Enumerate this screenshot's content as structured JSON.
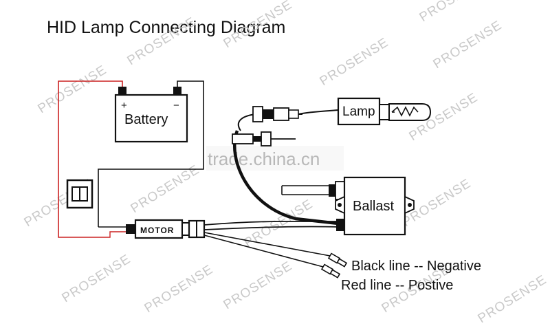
{
  "title": "HID Lamp Connecting Diagram",
  "components": {
    "battery": {
      "label": "Battery",
      "plus": "+",
      "minus": "−"
    },
    "lamp": {
      "label": "Lamp"
    },
    "ballast": {
      "label": "Ballast"
    },
    "motor": {
      "label": "MOTOR"
    }
  },
  "legend": {
    "black_line": "Black line -- Negative",
    "red_line": "Red line -- Postive"
  },
  "colors": {
    "red_wire": "#cc2222",
    "black_wire": "#111111"
  },
  "watermarks": {
    "brand": "PROSENSE",
    "site": "trade.china.cn"
  }
}
